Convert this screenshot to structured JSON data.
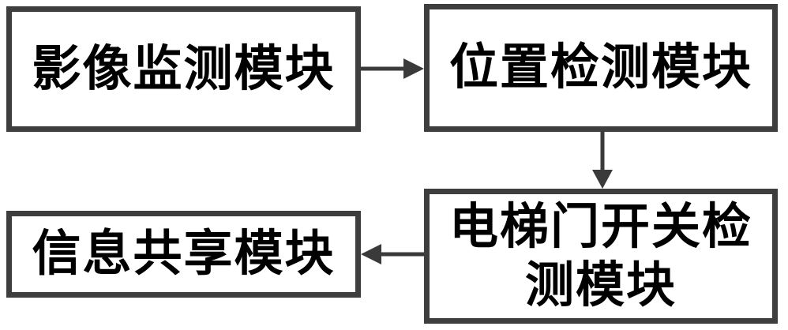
{
  "diagram": {
    "type": "flowchart",
    "nodes": [
      {
        "id": "image-monitoring-module",
        "label": "影像监测模块"
      },
      {
        "id": "position-detection-module",
        "label": "位置检测模块"
      },
      {
        "id": "elevator-door-switch-detection-module",
        "label": "电梯门开关检\n测模块"
      },
      {
        "id": "information-sharing-module",
        "label": "信息共享模块"
      }
    ],
    "edges": [
      {
        "from": "image-monitoring-module",
        "to": "position-detection-module",
        "direction": "right"
      },
      {
        "from": "position-detection-module",
        "to": "elevator-door-switch-detection-module",
        "direction": "down"
      },
      {
        "from": "elevator-door-switch-detection-module",
        "to": "information-sharing-module",
        "direction": "left"
      }
    ],
    "colors": {
      "box_border": "#3e3e3e",
      "arrow": "#3a3a3a",
      "text": "#000000",
      "background": "#ffffff"
    }
  }
}
